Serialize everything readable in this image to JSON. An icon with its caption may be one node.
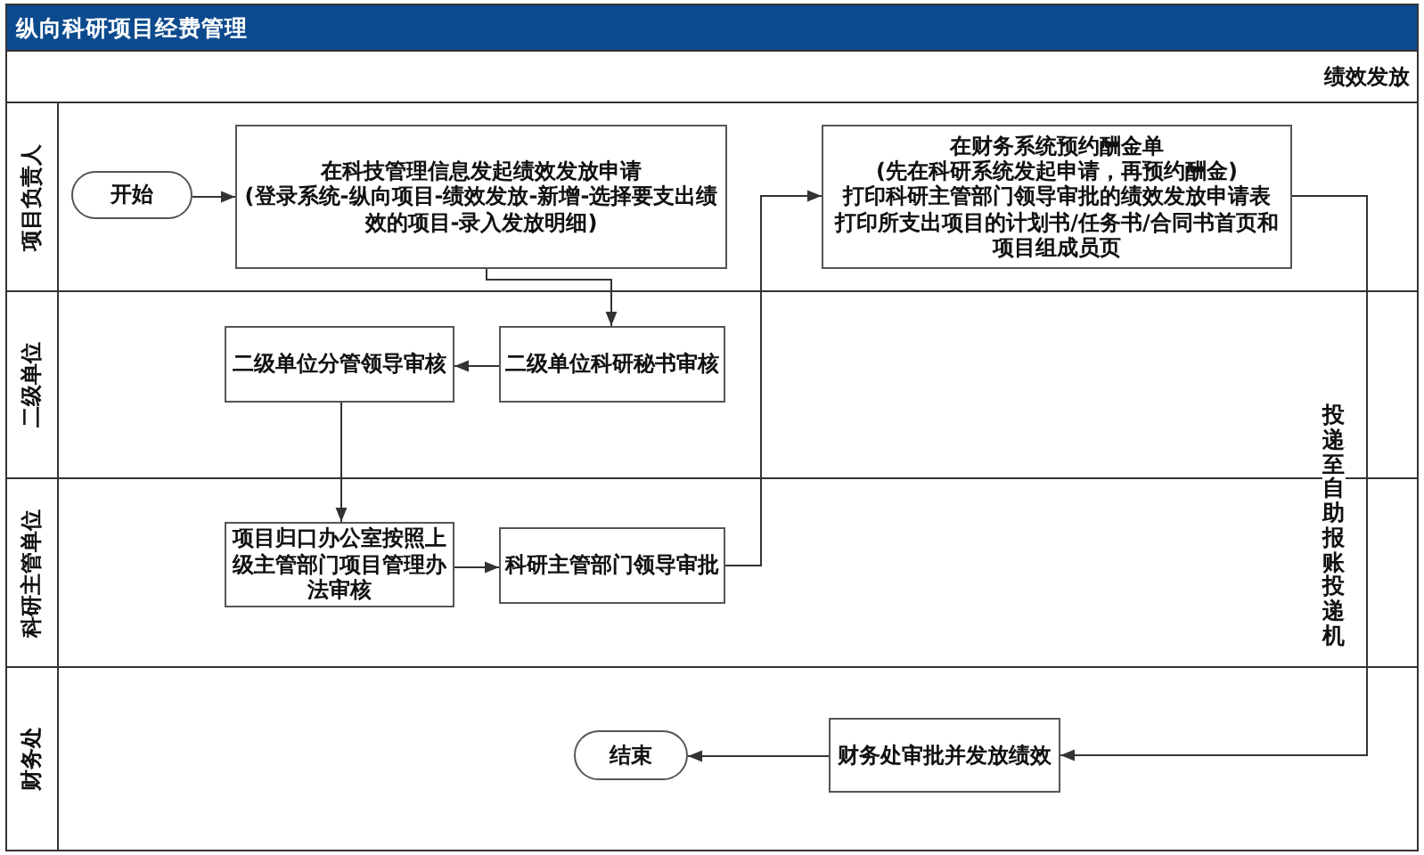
{
  "diagram": {
    "title": "纵向科研项目经费管理",
    "nodes": [
      {
        "text": [
          "项目负责人"
        ]
      },
      {
        "text": [
          "开始"
        ],
        "in": 0
      },
      {
        "text": [
          "在科技管理信息发起绩效发放申请",
          "(登录系统-纵向项目-绩效发放-新增-选择要支出绩效的项目-录入发放明细)"
        ],
        "in": 0
      },
      {
        "text": [
          "在财务系统预约酬金单",
          "(先在科研系统发起申请，再预约酬金)",
          "打印科研主管部门领导审批的绩效发放申请表",
          "打印所支出项目的计划书/任务书/合同书首页和项目组成员页"
        ],
        "in": 0
      },
      {
        "text": [
          "二级单位"
        ]
      },
      {
        "text": [
          "二级单位分管领导审核"
        ],
        "in": 4
      },
      {
        "text": [
          "二级单位科研秘书审核"
        ],
        "in": 4
      },
      {
        "text": [
          "科研主管单位"
        ]
      },
      {
        "text": [
          "项目归口办公室按照上级主管部门项目管理办法审核"
        ],
        "in": 7
      },
      {
        "text": [
          "科研主管部门领导审批"
        ],
        "in": 7
      },
      {
        "text": [
          "财务处"
        ]
      },
      {
        "text": [
          "结束"
        ],
        "in": 10
      },
      {
        "text": [
          "财务处审批并发放绩效"
        ],
        "in": 10
      }
    ],
    "edges": [
      {
        "from": 1,
        "to": 2,
        "arrow": "to"
      },
      {
        "from": 2,
        "to": 6,
        "arrow": "to"
      },
      {
        "from": 6,
        "to": 5,
        "arrow": "to"
      },
      {
        "from": 5,
        "to": 8,
        "arrow": "to"
      },
      {
        "from": 8,
        "to": 9,
        "arrow": "to"
      },
      {
        "from": 9,
        "to": 3,
        "arrow": "to"
      },
      {
        "from": 3,
        "to": 12,
        "arrow": "to",
        "label": "投递至自助报账投递机"
      },
      {
        "from": 12,
        "to": 11,
        "arrow": "to"
      }
    ],
    "labels": [
      "绩效发放"
    ]
  }
}
